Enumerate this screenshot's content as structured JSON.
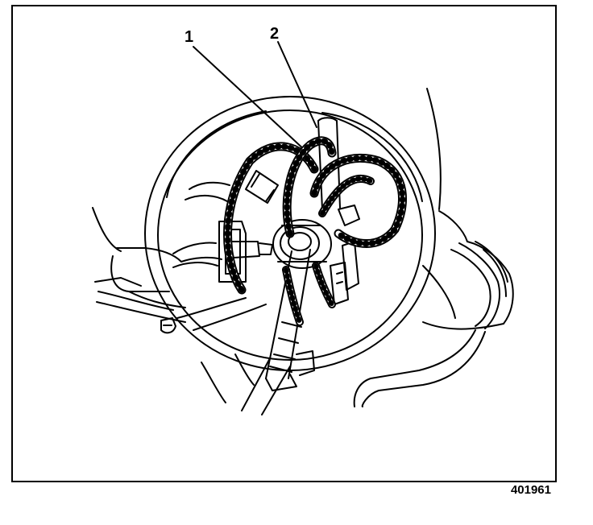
{
  "callouts": [
    {
      "number": "1"
    },
    {
      "number": "2"
    }
  ],
  "figure_id": "401961",
  "colors": {
    "line": "#000000",
    "background": "#ffffff"
  }
}
